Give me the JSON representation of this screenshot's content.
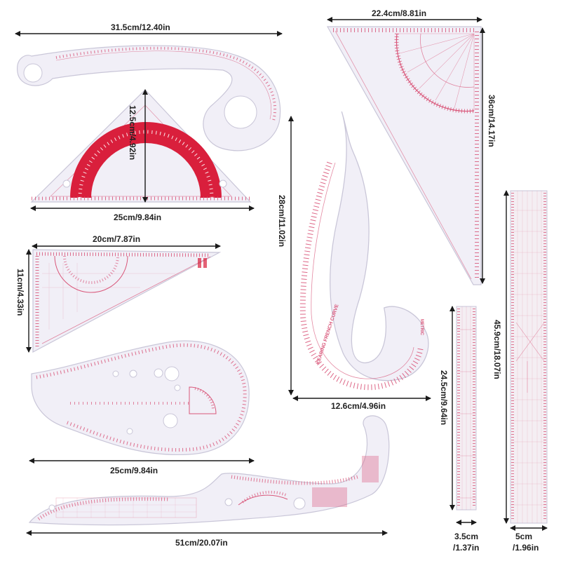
{
  "colors": {
    "ruler_fill": "#f1eff7",
    "ruler_edge": "#c9c6d8",
    "tick": "#d9577a",
    "protractor_red": "#d91f3c",
    "arrow": "#1a1a1a",
    "label": "#222222"
  },
  "dimensions": {
    "hip_curve_width": "31.5cm/12.40in",
    "triangle_width": "25cm/9.84in",
    "triangle_height": "12.5cm/4.92in",
    "large_square_width": "22.4cm/8.81in",
    "large_square_height": "36cm/14.17in",
    "french_curve_height": "28cm/11.02in",
    "french_curve_width": "12.6cm/4.96in",
    "small_square_width": "20cm/7.87in",
    "small_square_height": "11cm/4.33in",
    "comma_curve_width": "25cm/9.84in",
    "long_curve_width": "51cm/20.07in",
    "short_ruler_length": "24.5cm/9.64in",
    "short_ruler_width_cm": "3.5cm",
    "short_ruler_width_in": "/1.37in",
    "long_ruler_length": "45.9cm/18.07in",
    "long_ruler_width_cm": "5cm",
    "long_ruler_width_in": "/1.96in"
  },
  "tool_text": {
    "french_curve_name": "KEARING FRENCH CURVE",
    "french_curve_metric": "METRIC"
  }
}
